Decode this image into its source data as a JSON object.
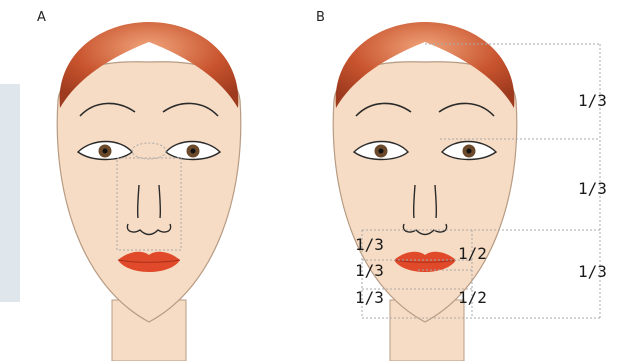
{
  "panels": {
    "a": {
      "label": "A"
    },
    "b": {
      "label": "B"
    }
  },
  "ratios": {
    "vertical_thirds": [
      "1/3",
      "1/3",
      "1/3"
    ],
    "lower_face_thirds": [
      "1/3",
      "1/3",
      "1/3"
    ],
    "lower_face_halves": [
      "1/2",
      "1/2"
    ]
  },
  "colors": {
    "skin": "#f6dcc4",
    "skin_outline": "#b79b83",
    "hair": "#c8542e",
    "hair_light": "#f0a37a",
    "lips": "#e0492a",
    "iris": "#6b4a2b",
    "guide_lines": "#a9a9a9",
    "side_band": "#dfe6ec"
  }
}
